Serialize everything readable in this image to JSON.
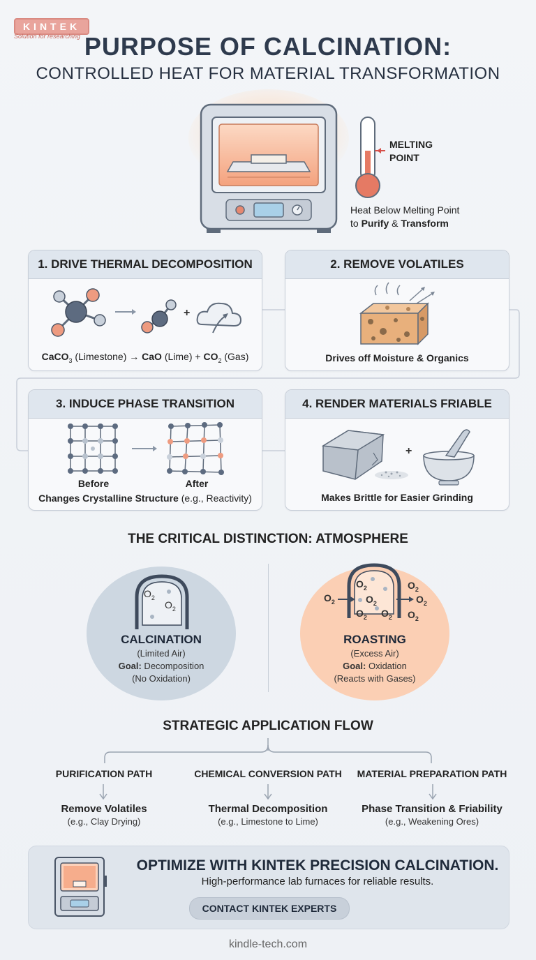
{
  "brand": {
    "logo": "KINTEK",
    "tagline": "Solution for researching"
  },
  "title": {
    "line1": "PURPOSE OF CALCINATION:",
    "line2": "CONTROLLED HEAT FOR MATERIAL TRANSFORMATION"
  },
  "hero": {
    "thermometer_label_1": "MELTING",
    "thermometer_label_2": "POINT",
    "note_line1": "Heat Below Melting Point",
    "note_line2_pre": "to ",
    "note_line2_bold1": "Purify",
    "note_line2_mid": " & ",
    "note_line2_bold2": "Transform"
  },
  "cards": [
    {
      "title": "1. DRIVE THERMAL DECOMPOSITION",
      "cap_a": "CaCO",
      "cap_a_sub": "3",
      "cap_b": " (Limestone) → ",
      "cap_c": "CaO",
      "cap_d": " (Lime) + ",
      "cap_e": "CO",
      "cap_e_sub": "2",
      "cap_f": " (Gas)"
    },
    {
      "title": "2. REMOVE VOLATILES",
      "caption": "Drives off Moisture & Organics"
    },
    {
      "title": "3. INDUCE PHASE TRANSITION",
      "before": "Before",
      "after": "After",
      "cap_bold": "Changes Crystalline Structure",
      "cap_rest": " (e.g., Reactivity)"
    },
    {
      "title": "4. RENDER MATERIALS FRIABLE",
      "caption": "Makes Brittle for Easier Grinding"
    }
  ],
  "distinction": {
    "title": "THE CRITICAL DISTINCTION: ATMOSPHERE",
    "left": {
      "name": "CALCINATION",
      "sub": "(Limited Air)",
      "goal_label": "Goal:",
      "goal": " Decomposition",
      "note": "(No Oxidation)"
    },
    "right": {
      "name": "ROASTING",
      "sub": "(Excess Air)",
      "goal_label": "Goal:",
      "goal": " Oxidation",
      "note": "(Reacts with Gases)"
    },
    "gas_symbol": "O",
    "gas_sub": "2"
  },
  "flow": {
    "title": "STRATEGIC APPLICATION FLOW",
    "paths": [
      {
        "head": "PURIFICATION PATH",
        "main": "Remove Volatiles",
        "sub": "(e.g., Clay Drying)"
      },
      {
        "head": "CHEMICAL CONVERSION PATH",
        "main": "Thermal Decomposition",
        "sub": "(e.g., Limestone to Lime)"
      },
      {
        "head": "MATERIAL PREPARATION PATH",
        "main": "Phase Transition & Friability",
        "sub": "(e.g., Weakening Ores)"
      }
    ]
  },
  "cta": {
    "title": "OPTIMIZE WITH KINTEK PRECISION CALCINATION.",
    "subtitle": "High-performance lab furnaces for reliable results.",
    "button": "CONTACT KINTEK EXPERTS"
  },
  "footer": "kindle-tech.com",
  "colors": {
    "accent": "#f4a27e",
    "dark": "#2e3a4d",
    "molecule_blue": "#5d6b80"
  }
}
